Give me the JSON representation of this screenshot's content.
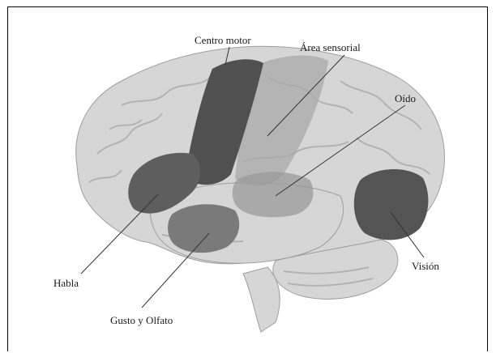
{
  "labels": {
    "motor": "Centro motor",
    "sensory": "Área sensorial",
    "hearing": "Oído",
    "vision": "Visión",
    "speech": "Habla",
    "taste_smell": "Gusto y Olfato"
  },
  "colors": {
    "brain": "#d6d6d6",
    "brain_outline": "#9e9e9e",
    "fold_line": "#b3b3b3",
    "motor_region": "#505050",
    "sensory_region": "#a8a8a8",
    "hearing_region": "#9a9a9a",
    "vision_region": "#545454",
    "speech_region": "#5e5e5e",
    "taste_region": "#7a7a7a",
    "leader": "#333333"
  }
}
